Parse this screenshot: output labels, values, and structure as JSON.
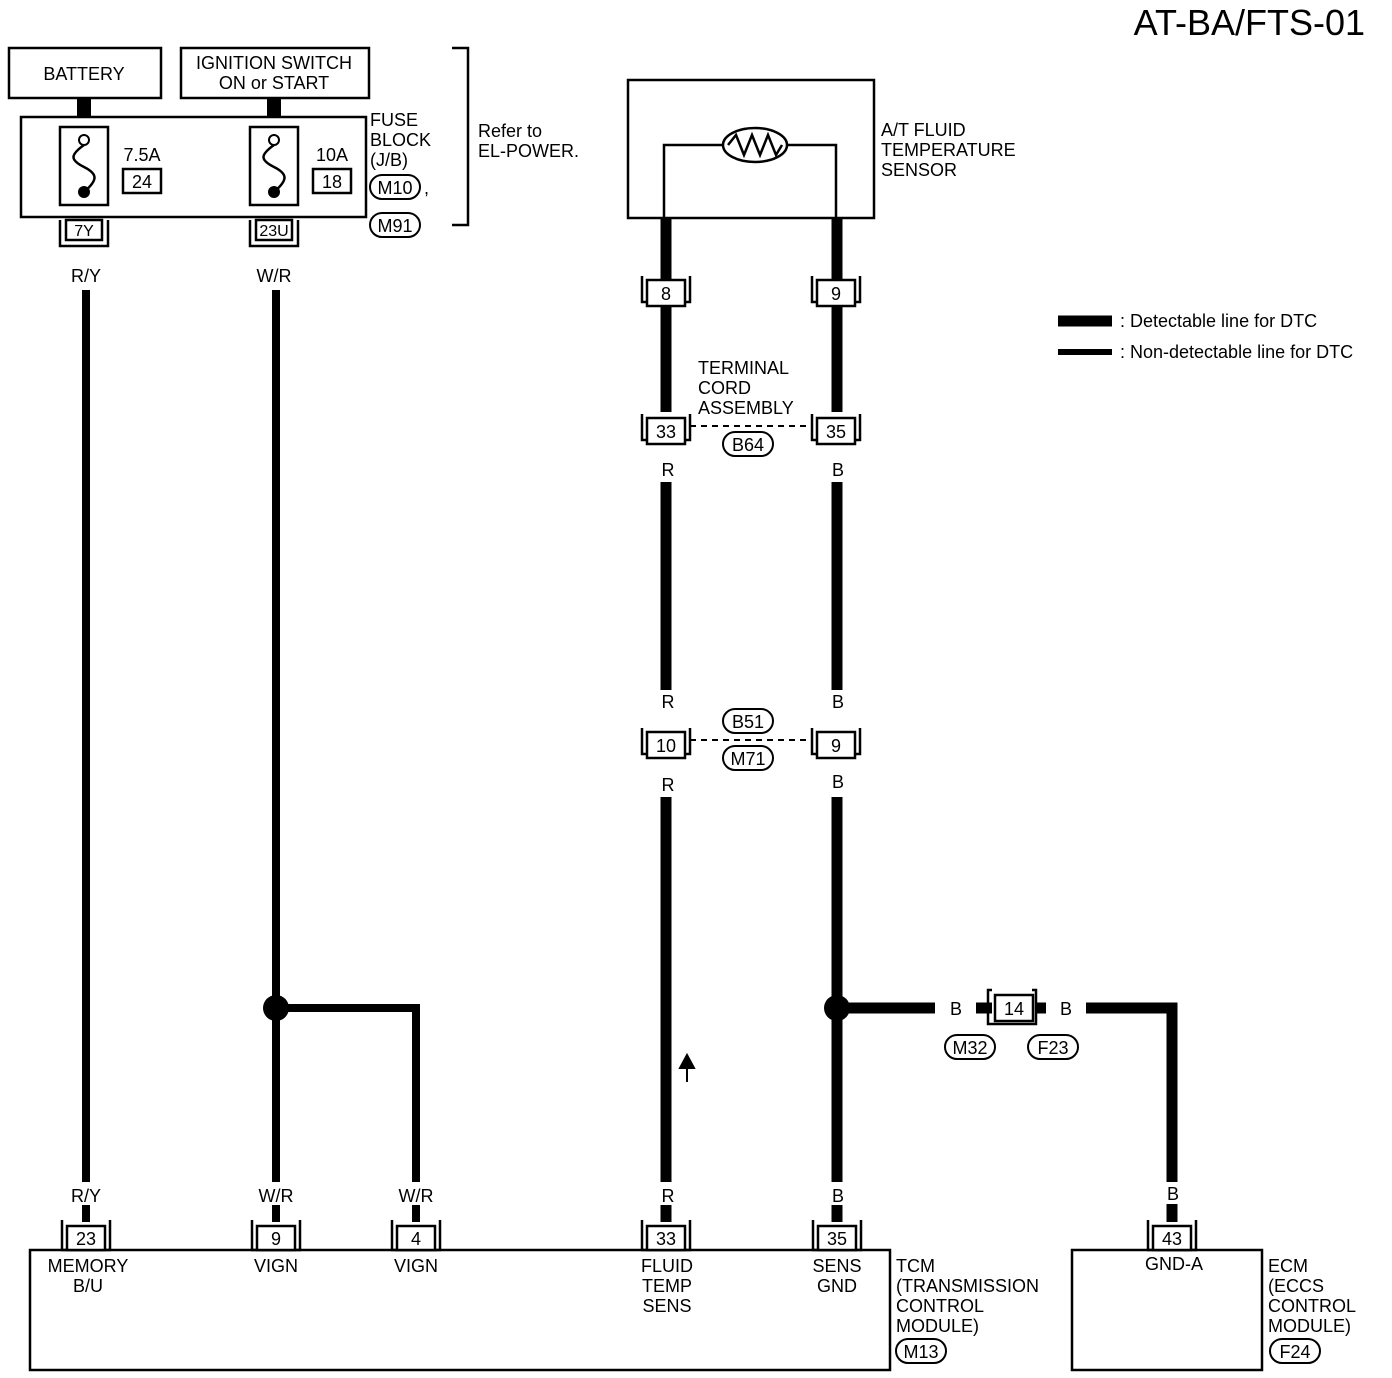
{
  "page_title": "AT-BA/FTS-01",
  "power": {
    "battery_label": "BATTERY",
    "ignition_line1": "IGNITION SWITCH",
    "ignition_line2": "ON or START",
    "fuse1_rating": "7.5A",
    "fuse1_number": "24",
    "fuse2_rating": "10A",
    "fuse2_number": "18",
    "fuse_block_line1": "FUSE",
    "fuse_block_line2": "BLOCK",
    "fuse_block_line3": "(J/B)",
    "fuse_block_conn1": "M10",
    "fuse_block_comma": ",",
    "fuse_block_conn2": "M91",
    "refer_line1": "Refer to",
    "refer_line2": "EL-POWER.",
    "conn_7y": "7Y",
    "conn_23u": "23U",
    "wire_ry": "R/Y",
    "wire_wr": "W/R"
  },
  "sensor": {
    "label_line1": "A/T FLUID",
    "label_line2": "TEMPERATURE",
    "label_line3": "SENSOR",
    "pin_left": "8",
    "pin_right": "9"
  },
  "terminal_cord": {
    "label_line1": "TERMINAL",
    "label_line2": "CORD",
    "label_line3": "ASSEMBLY",
    "pin_left": "33",
    "pin_right": "35",
    "connector": "B64"
  },
  "mid_connector": {
    "pin_left": "10",
    "pin_right": "9",
    "connector_top": "B51",
    "connector_bottom": "M71"
  },
  "wire_colors": {
    "red": "R",
    "black": "B"
  },
  "legend": {
    "detectable": ": Detectable line for DTC",
    "non_detectable": ": Non-detectable line for DTC"
  },
  "ground_link": {
    "pin": "14",
    "connector_left": "M32",
    "connector_right": "F23"
  },
  "tcm": {
    "label_line1": "TCM",
    "label_line2": "(TRANSMISSION",
    "label_line3": "CONTROL",
    "label_line4": "MODULE)",
    "connector": "M13",
    "pins": [
      {
        "num": "23",
        "wire": "R/Y",
        "name1": "MEMORY",
        "name2": "B/U"
      },
      {
        "num": "9",
        "wire": "W/R",
        "name1": "VIGN",
        "name2": ""
      },
      {
        "num": "4",
        "wire": "W/R",
        "name1": "VIGN",
        "name2": ""
      },
      {
        "num": "33",
        "wire": "R",
        "name1": "FLUID",
        "name2": "TEMP",
        "name3": "SENS"
      },
      {
        "num": "35",
        "wire": "B",
        "name1": "SENS",
        "name2": "GND"
      }
    ]
  },
  "ecm": {
    "label_line1": "ECM",
    "label_line2": "(ECCS",
    "label_line3": "CONTROL",
    "label_line4": "MODULE)",
    "connector": "F24",
    "pin": "43",
    "wire": "B",
    "pin_name": "GND-A"
  }
}
